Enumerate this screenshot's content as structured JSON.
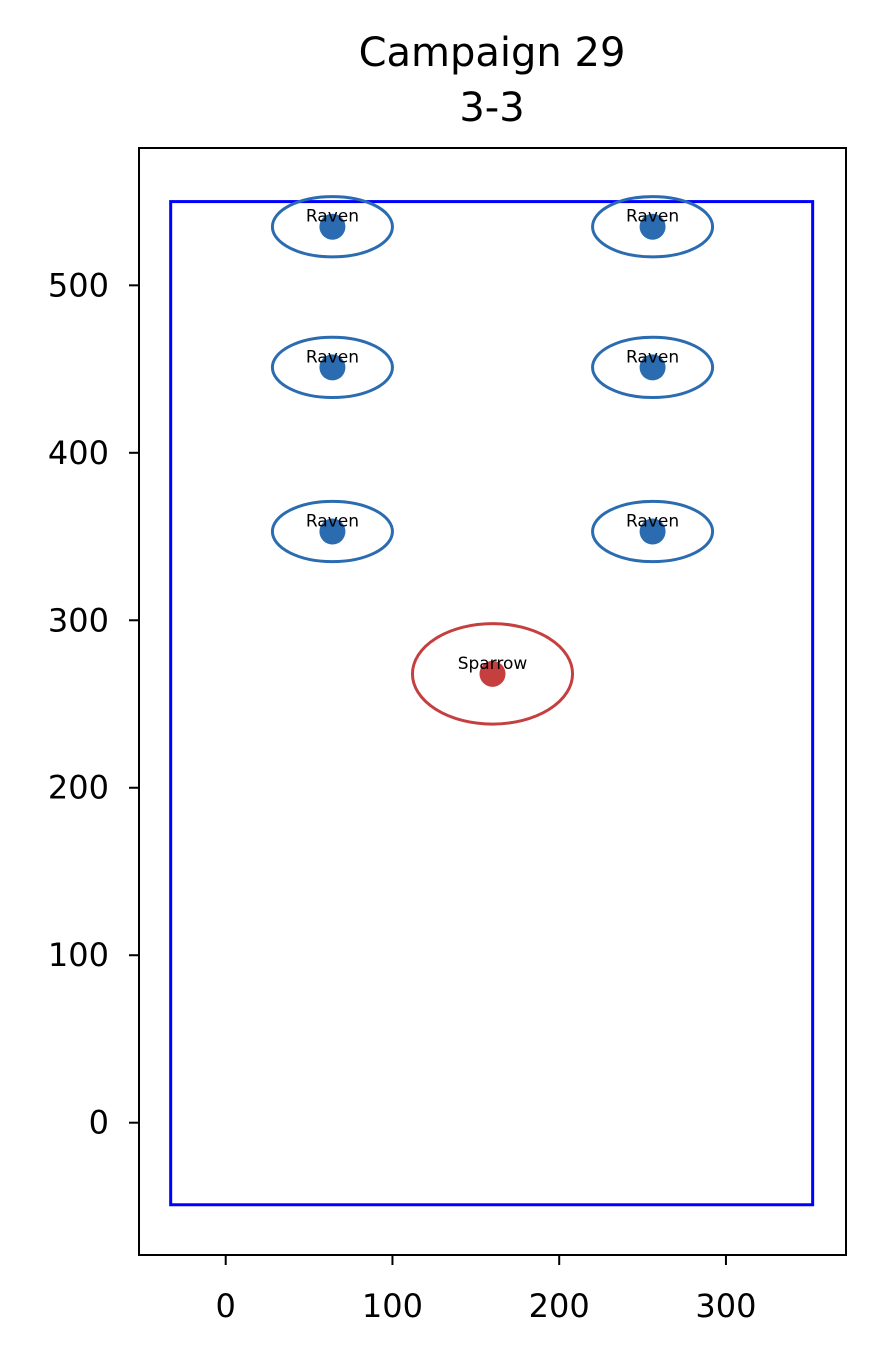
{
  "chart_data": {
    "type": "scatter",
    "title": [
      "Campaign 29",
      "3-3"
    ],
    "xlabel": "",
    "ylabel": "",
    "xlim": [
      -52,
      372
    ],
    "ylim": [
      -79,
      582
    ],
    "xticks": [
      0,
      100,
      200,
      300
    ],
    "yticks": [
      0,
      100,
      200,
      300,
      400,
      500
    ],
    "grid": false,
    "boundary": {
      "x0": -33,
      "y0": -49,
      "x1": 352,
      "y1": 550,
      "color": "#0000ff"
    },
    "series": [
      {
        "color": "#2b6cb0",
        "points": [
          {
            "label": "Raven",
            "x": 64,
            "y": 535,
            "rx": 36,
            "ry": 18
          },
          {
            "label": "Raven",
            "x": 256,
            "y": 535,
            "rx": 36,
            "ry": 18
          },
          {
            "label": "Raven",
            "x": 64,
            "y": 451,
            "rx": 36,
            "ry": 18
          },
          {
            "label": "Raven",
            "x": 256,
            "y": 451,
            "rx": 36,
            "ry": 18
          },
          {
            "label": "Raven",
            "x": 64,
            "y": 353,
            "rx": 36,
            "ry": 18
          },
          {
            "label": "Raven",
            "x": 256,
            "y": 353,
            "rx": 36,
            "ry": 18
          }
        ]
      },
      {
        "color": "#c53f3f",
        "points": [
          {
            "label": "Sparrow",
            "x": 160,
            "y": 268,
            "rx": 48,
            "ry": 30
          }
        ]
      }
    ]
  }
}
